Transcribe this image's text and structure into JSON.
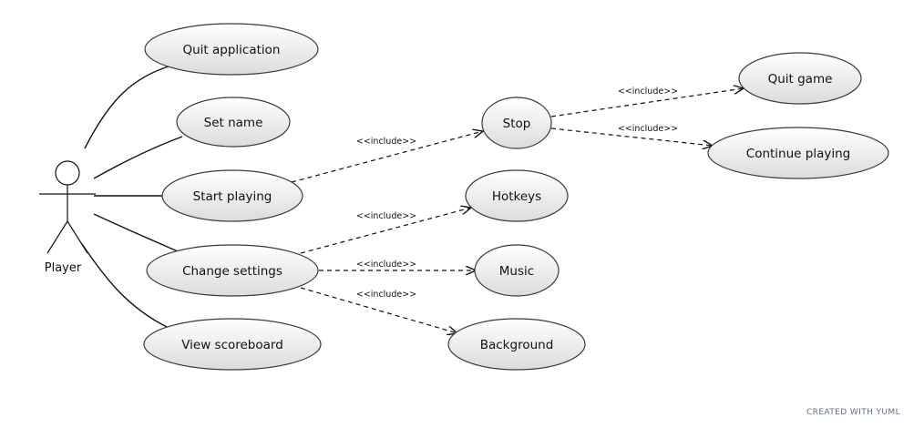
{
  "diagram": {
    "actor": {
      "label": "Player"
    },
    "use_cases": {
      "quit_application": "Quit application",
      "set_name": "Set name",
      "start_playing": "Start playing",
      "change_settings": "Change settings",
      "view_scoreboard": "View scoreboard",
      "stop": "Stop",
      "quit_game": "Quit game",
      "continue_playing": "Continue playing",
      "hotkeys": "Hotkeys",
      "music": "Music",
      "background": "Background"
    },
    "relations": {
      "include_label": "<<include>>"
    }
  },
  "footer": {
    "credit": "CREATED WITH YUML"
  },
  "colors": {
    "usecase_fill_top": "#ffffff",
    "usecase_fill_bottom": "#dcdcdc",
    "line": "#111111",
    "credit": "#5f6f86"
  }
}
